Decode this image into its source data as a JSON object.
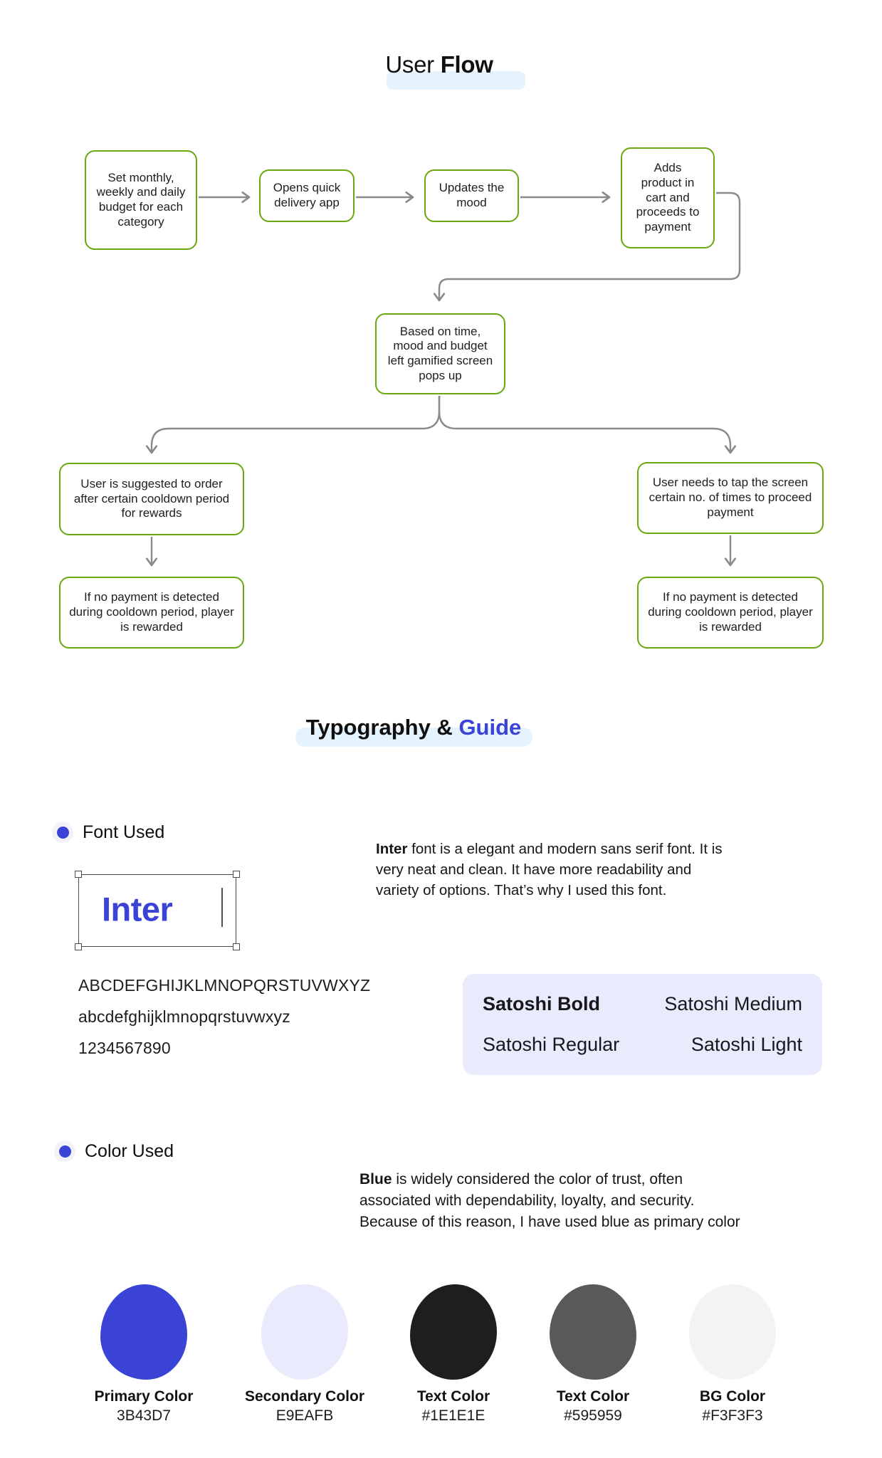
{
  "page": {
    "background": "#FFFFFF"
  },
  "user_flow": {
    "title_regular": "User ",
    "title_bold": "Flow",
    "node_border_color": "#69A80F",
    "connector_color": "#8A8A8A",
    "nodes": [
      {
        "id": "set-budget",
        "text": "Set monthly, weekly and daily budget for each category"
      },
      {
        "id": "opens-app",
        "text": "Opens quick delivery app"
      },
      {
        "id": "updates-mood",
        "text": "Updates the mood"
      },
      {
        "id": "adds-product",
        "text": "Adds product in cart and proceeds to payment"
      },
      {
        "id": "gamified-screen",
        "text": "Based on time, mood and budget left gamified screen pops up"
      },
      {
        "id": "suggest-order",
        "text": "User is suggested to order after certain cooldown period for rewards"
      },
      {
        "id": "tap-screen",
        "text": "User needs to tap the screen certain no. of times to proceed payment"
      },
      {
        "id": "reward-left",
        "text": "If no payment is detected during cooldown period, player is rewarded"
      },
      {
        "id": "reward-right",
        "text": "If no payment is detected during cooldown period, player is rewarded"
      }
    ]
  },
  "typography": {
    "title_regular": "Typography & ",
    "title_accent": "Guide",
    "font_used_label": "Font Used",
    "font_name": "Inter",
    "font_description": {
      "bold": "Inter",
      "line1_rest": " font is a elegant and modern sans serif font. It is",
      "line2": "very neat and clean. It have more readability and",
      "line3": "variety of options. That’s why I used this font."
    },
    "alphabet_upper": "ABCDEFGHIJKLMNOPQRSTUVWXYZ",
    "alphabet_lower": "abcdefghijklmnopqrstuvwxyz",
    "numerals": "1234567890",
    "weights": [
      "Satoshi Bold",
      "Satoshi Medium",
      "Satoshi Regular",
      "Satoshi Light"
    ]
  },
  "colors": {
    "color_used_label": "Color Used",
    "description": {
      "bold": "Blue",
      "line1_rest": " is widely considered the color of trust, often",
      "line2": "associated with dependability, loyalty, and security.",
      "line3": "Because of this reason, I have used blue as primary color"
    },
    "accent": "#3B43D7",
    "highlight": "#E4F3FD",
    "swatches": [
      {
        "name": "Primary Color",
        "value": "3B43D7",
        "hex": "#3B43D7"
      },
      {
        "name": "Secondary Color",
        "value": "E9EAFB",
        "hex": "#E9EAFB"
      },
      {
        "name": "Text Color",
        "value": "#1E1E1E",
        "hex": "#1E1E1E"
      },
      {
        "name": "Text Color",
        "value": "#595959",
        "hex": "#595959"
      },
      {
        "name": "BG Color",
        "value": "#F3F3F3",
        "hex": "#F3F3F3"
      }
    ]
  }
}
